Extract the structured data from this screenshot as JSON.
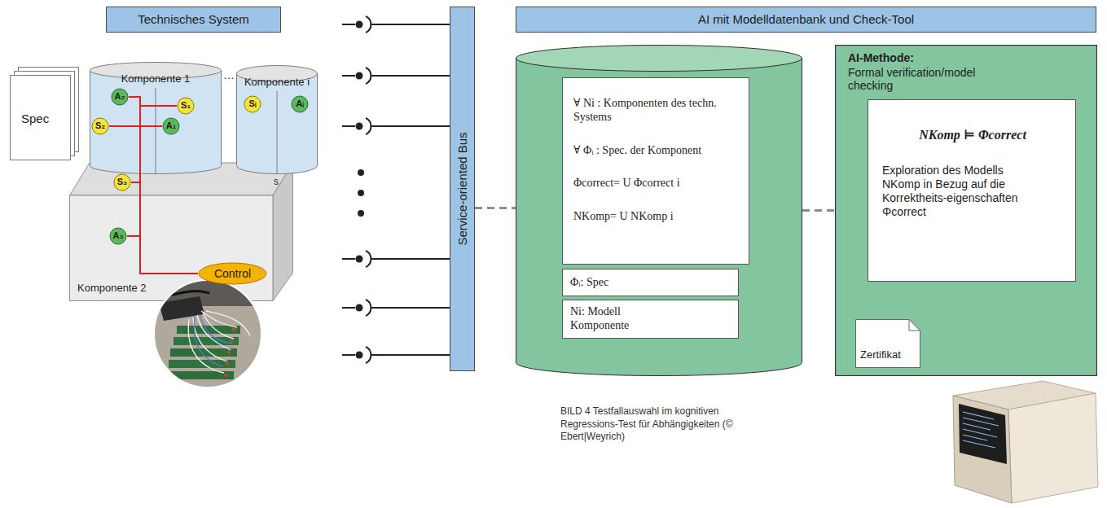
{
  "diagram": {
    "caption": "BILD 4 Testfallauswahl im kognitiven Regressions-Test für Abhängigkeiten (© Ebert|Weyrich)",
    "nodes": [
      {
        "text": [
          "Technisches System"
        ]
      },
      {
        "text": [
          "Spec"
        ]
      },
      {
        "text": [
          "Komponente 1"
        ]
      },
      {
        "text": [
          "A₂"
        ],
        "in": 2
      },
      {
        "text": [
          "S₁"
        ],
        "in": 2
      },
      {
        "text": [
          "S₂"
        ],
        "in": 2
      },
      {
        "text": [
          "A₁"
        ],
        "in": 2
      },
      {
        "text": [
          "Komponente i"
        ]
      },
      {
        "text": [
          "Sᵢ"
        ],
        "in": 7
      },
      {
        "text": [
          "Aᵢ"
        ],
        "in": 7
      },
      {
        "text": [
          "Komponente 2"
        ]
      },
      {
        "text": [
          "S₃"
        ],
        "in": 10
      },
      {
        "text": [
          "A₃"
        ],
        "in": 10
      },
      {
        "text": [
          "Control"
        ],
        "in": 10
      },
      {
        "text": [
          "Service-oriented Bus"
        ]
      },
      {
        "text": [
          "AI mit Modelldatenbank und Check-Tool"
        ]
      },
      {
        "text": []
      },
      {
        "text": [
          "∀ Ni : Komponenten des techn. Systems",
          "∀ Φᵢ : Spec. der Komponent",
          "Φcorrect= U Φcorrect i",
          "NKomp= U NKomp i"
        ],
        "in": 16
      },
      {
        "text": [
          "Φᵢ: Spec"
        ],
        "in": 16
      },
      {
        "text": [
          "Ni: Modell Komponente"
        ],
        "in": 16
      },
      {
        "text": [
          "AI-Methode:",
          "Formal verification/model checking"
        ]
      },
      {
        "text": [
          "NKomp ⊨ Φcorrect",
          "Exploration des Modells NKomp in Bezug auf die Korrektheits-eigenschaften Φcorrect"
        ],
        "in": 20
      },
      {
        "text": [
          "Zertifikat"
        ],
        "in": 20
      }
    ],
    "edges": [
      {
        "from": 14,
        "to": 16,
        "arrow": "none"
      },
      {
        "from": 16,
        "to": 20,
        "arrow": "none"
      }
    ],
    "labels": [
      "…",
      "s"
    ]
  }
}
